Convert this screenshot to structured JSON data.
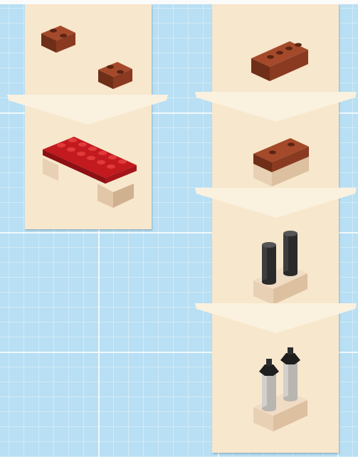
{
  "scene": {
    "colors": {
      "background": "#b8dff3",
      "panel": "#f7e7cc",
      "arrow": "#fbf1df",
      "brown_brick": "#8a3a21",
      "red_plate": "#b4161c",
      "tan_brick": "#e2c6a8",
      "black_cylinder": "#222222",
      "gray_pillar": "#b9b5b1"
    },
    "left_column": [
      "two-brown-1x2-bricks",
      "red-2x6-plate-on-tan-legs"
    ],
    "right_column": [
      "brown-1x4-brick",
      "brown-bricks-on-tan-base",
      "black-cylinders-on-tan-wall",
      "gray-pillars-with-black-tops"
    ]
  }
}
